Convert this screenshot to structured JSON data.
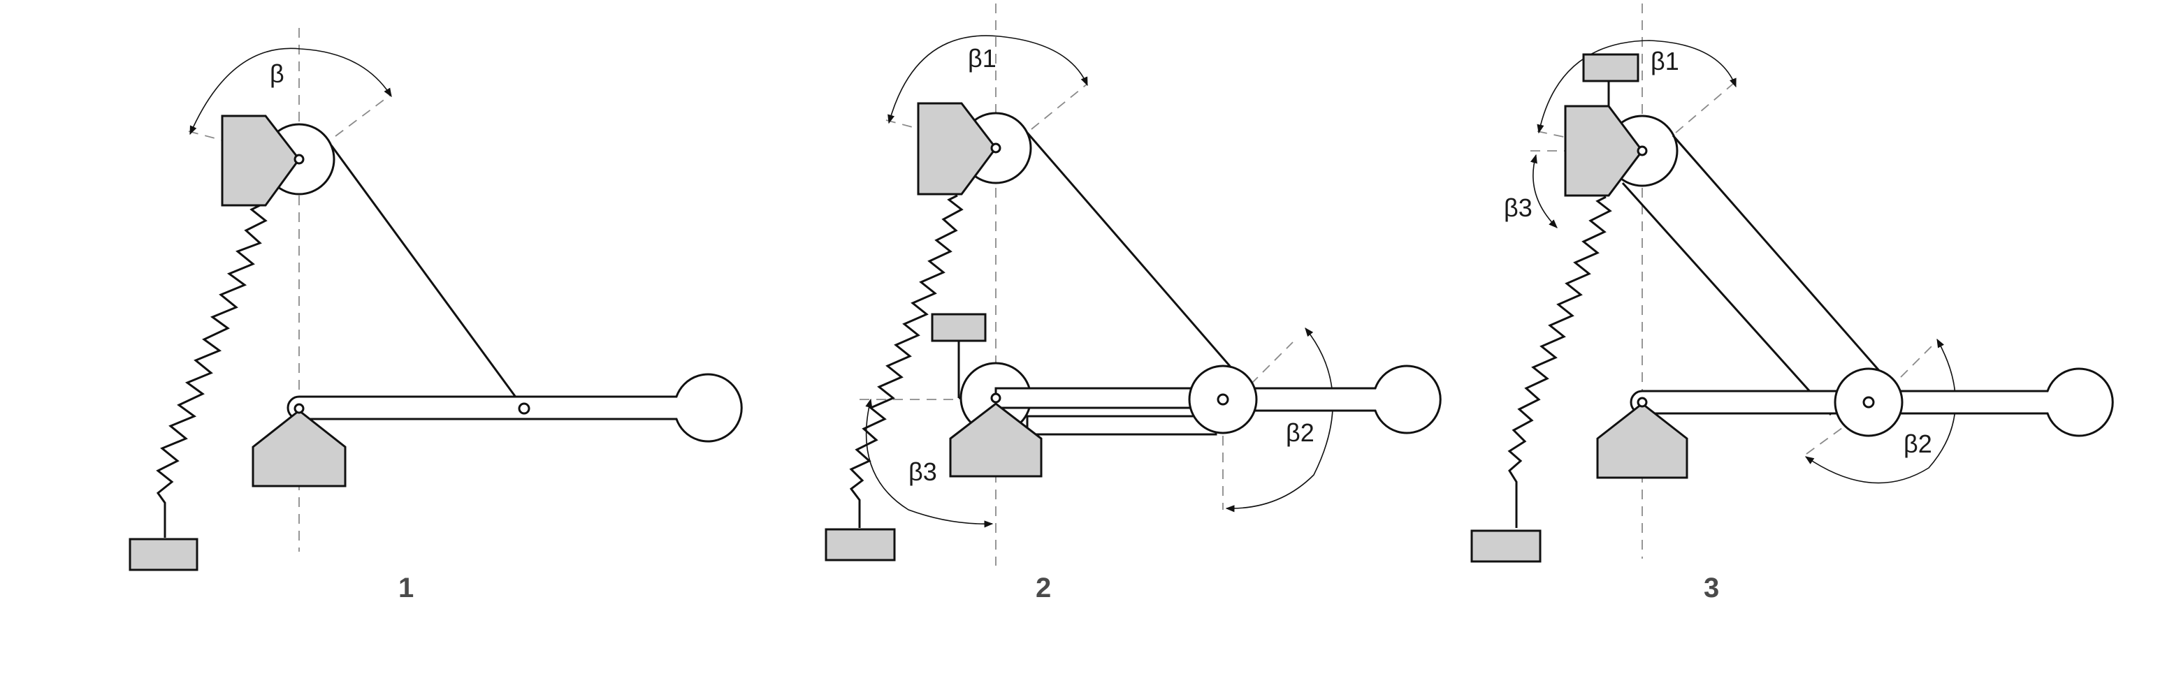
{
  "panels": [
    {
      "number": "1",
      "angle_labels": [
        "β"
      ]
    },
    {
      "number": "2",
      "angle_labels": [
        "β1",
        "β2",
        "β3"
      ]
    },
    {
      "number": "3",
      "angle_labels": [
        "β1",
        "β3",
        "β2"
      ]
    }
  ],
  "colors": {
    "fill": "#cfcfcf",
    "line": "#111111",
    "dash": "#8a8a8a"
  }
}
